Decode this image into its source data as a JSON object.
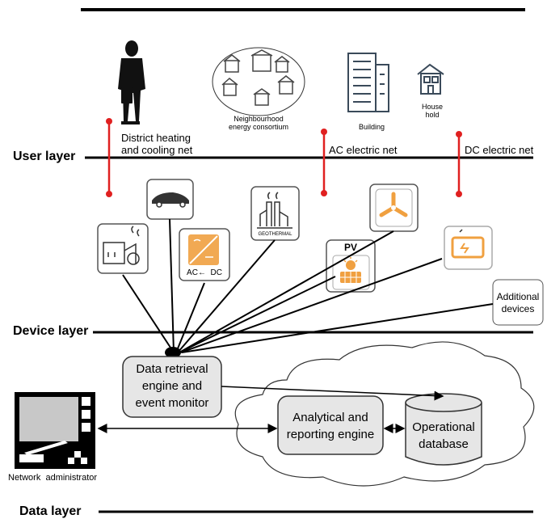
{
  "layers": {
    "user": "User layer",
    "device": "Device layer",
    "data": "Data layer"
  },
  "nets": {
    "district": "District heating\nand cooling net",
    "ac": "AC electric net",
    "dc": "DC electric net"
  },
  "users": {
    "neighbourhood": "Neighbourhood\nenergy consortium",
    "building": "Building",
    "household": "House\nhold"
  },
  "devices": {
    "geothermal": "GEOTHERMAL",
    "converter": "AC←  DC",
    "pv": "PV",
    "additional": "Additional\ndevices"
  },
  "system": {
    "retrieval": "Data retrieval\nengine and\nevent monitor",
    "analytical": "Analytical and\nreporting engine",
    "operational": "Operational\ndatabase",
    "admin": "Network  administrator"
  },
  "colors": {
    "red": "#e02020",
    "orange": "#f0a040",
    "box_fill": "#e6e6e6"
  }
}
